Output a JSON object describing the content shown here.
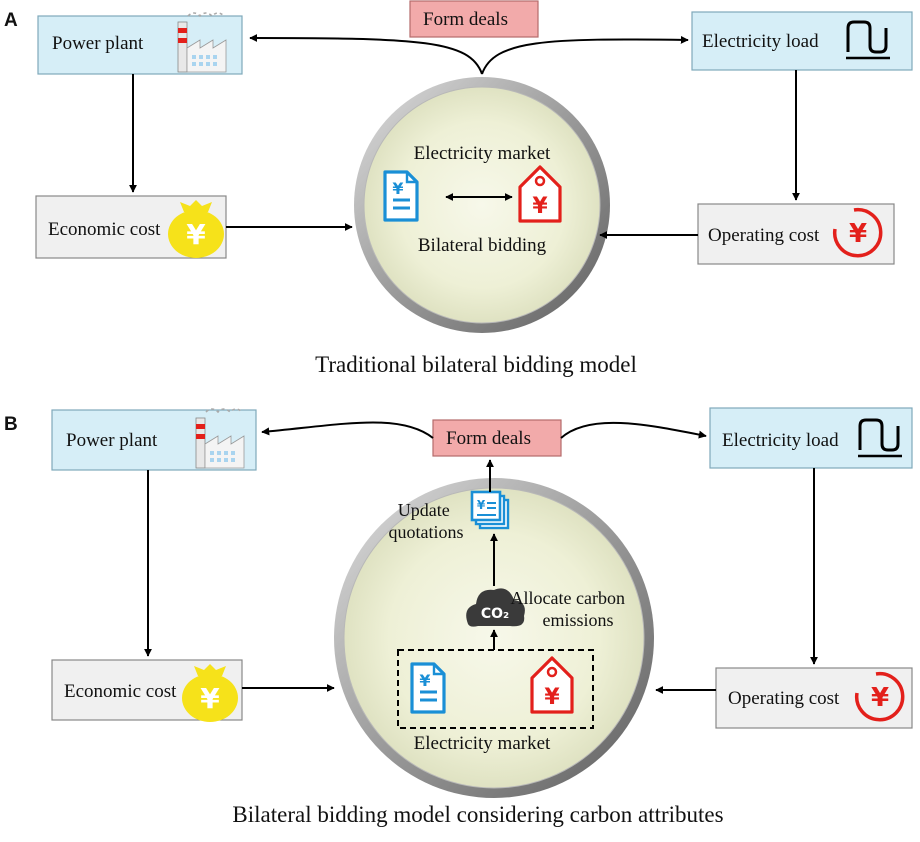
{
  "panels": {
    "a": {
      "letter": "A",
      "power_plant": "Power plant",
      "form_deals": "Form deals",
      "electricity_load": "Electricity load",
      "economic_cost": "Economic cost",
      "operating_cost": "Operating cost",
      "market_title": "Electricity market",
      "market_sub": "Bilateral bidding",
      "caption": "Traditional bilateral bidding model"
    },
    "b": {
      "letter": "B",
      "power_plant": "Power plant",
      "form_deals": "Form deals",
      "electricity_load": "Electricity load",
      "economic_cost": "Economic cost",
      "operating_cost": "Operating cost",
      "update_line1": "Update",
      "update_line2": "quotations",
      "allocate_line1": "Allocate carbon",
      "allocate_line2": "emissions",
      "co2_label": "CO₂",
      "market_title": "Electricity market",
      "caption": "Bilateral bidding model considering carbon attributes"
    }
  },
  "icons": {
    "yen_symbol": "¥"
  },
  "colors": {
    "box_blue": "#d6eef7",
    "box_gray": "#f0f0f0",
    "box_pink": "#f2aaaa",
    "icon_blue": "#1a8fd6",
    "icon_red": "#e3201b",
    "coin_yellow": "#f6e21a"
  }
}
